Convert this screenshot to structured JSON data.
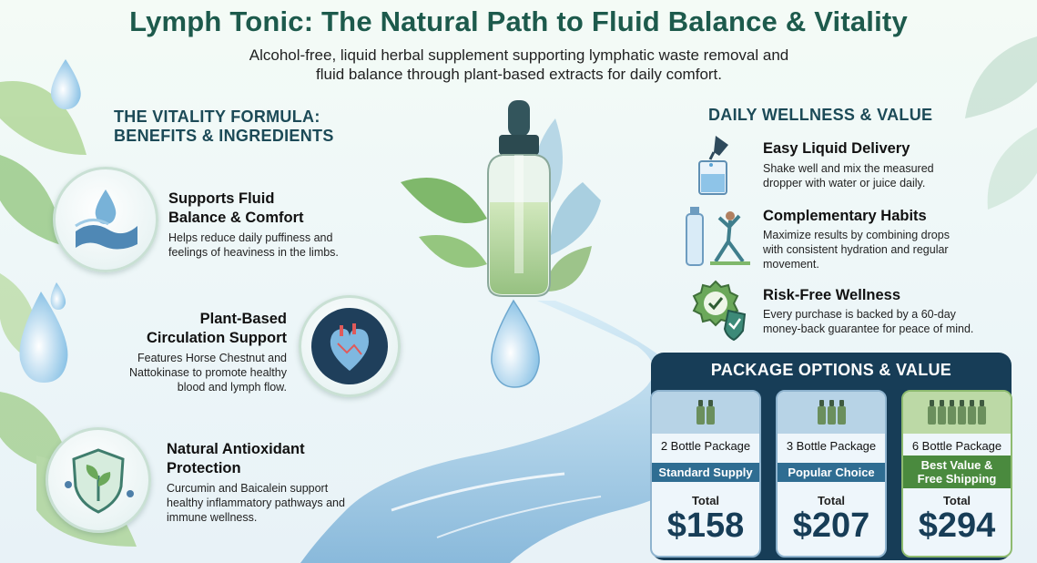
{
  "header": {
    "title": "Lymph Tonic: The Natural Path to Fluid Balance & Vitality",
    "subtitle_line1": "Alcohol-free, liquid herbal supplement supporting lymphatic waste removal and",
    "subtitle_line2": "fluid balance through plant-based extracts for daily comfort."
  },
  "left_section": {
    "heading_line1": "THE VITALITY FORMULA:",
    "heading_line2": "BENEFITS & INGREDIENTS",
    "items": [
      {
        "title_line1": "Supports Fluid",
        "title_line2": "Balance & Comfort",
        "body_line1": "Helps reduce daily puffiness and",
        "body_line2": "feelings of heaviness in the limbs.",
        "icon": "water-wave-icon"
      },
      {
        "title_line1": "Plant-Based",
        "title_line2": "Circulation Support",
        "body_line1": "Features Horse Chestnut and",
        "body_line2": "Nattokinase to promote healthy",
        "body_line3": "blood and lymph flow.",
        "icon": "heart-circulation-icon"
      },
      {
        "title_line1": "Natural Antioxidant",
        "title_line2": "Protection",
        "body_line1": "Curcumin and Baicalein support",
        "body_line2": "healthy inflammatory pathways and",
        "body_line3": "immune wellness.",
        "icon": "shield-leaf-icon"
      }
    ]
  },
  "right_section": {
    "heading": "DAILY WELLNESS & VALUE",
    "items": [
      {
        "title": "Easy Liquid Delivery",
        "body_line1": "Shake well and mix the measured",
        "body_line2": "dropper with water or juice daily.",
        "icon": "dropper-glass-icon"
      },
      {
        "title": "Complementary Habits",
        "body_line1": "Maximize results by combining drops",
        "body_line2": "with consistent hydration and regular",
        "body_line3": "movement.",
        "icon": "water-bottle-yoga-icon"
      },
      {
        "title": "Risk-Free Wellness",
        "body_line1": "Every purchase is backed by a 60-day",
        "body_line2": "money-back guarantee for peace of mind.",
        "icon": "guarantee-badge-icon"
      }
    ]
  },
  "packages": {
    "heading": "PACKAGE OPTIONS & VALUE",
    "options": [
      {
        "name": "2 Bottle Package",
        "ribbon": "Standard Supply",
        "total_label": "Total",
        "price": "$158",
        "bottles": 2
      },
      {
        "name": "3 Bottle Package",
        "ribbon": "Popular Choice",
        "total_label": "Total",
        "price": "$207",
        "bottles": 3
      },
      {
        "name": "6 Bottle Package",
        "ribbon_line1": "Best Value &",
        "ribbon_line2": "Free Shipping",
        "total_label": "Total",
        "price": "$294",
        "bottles": 6
      }
    ]
  },
  "colors": {
    "brand_green": "#1d5a4c",
    "navy": "#173d57",
    "ribbon_blue": "#2f6d92",
    "ribbon_green": "#4a8a3e"
  }
}
